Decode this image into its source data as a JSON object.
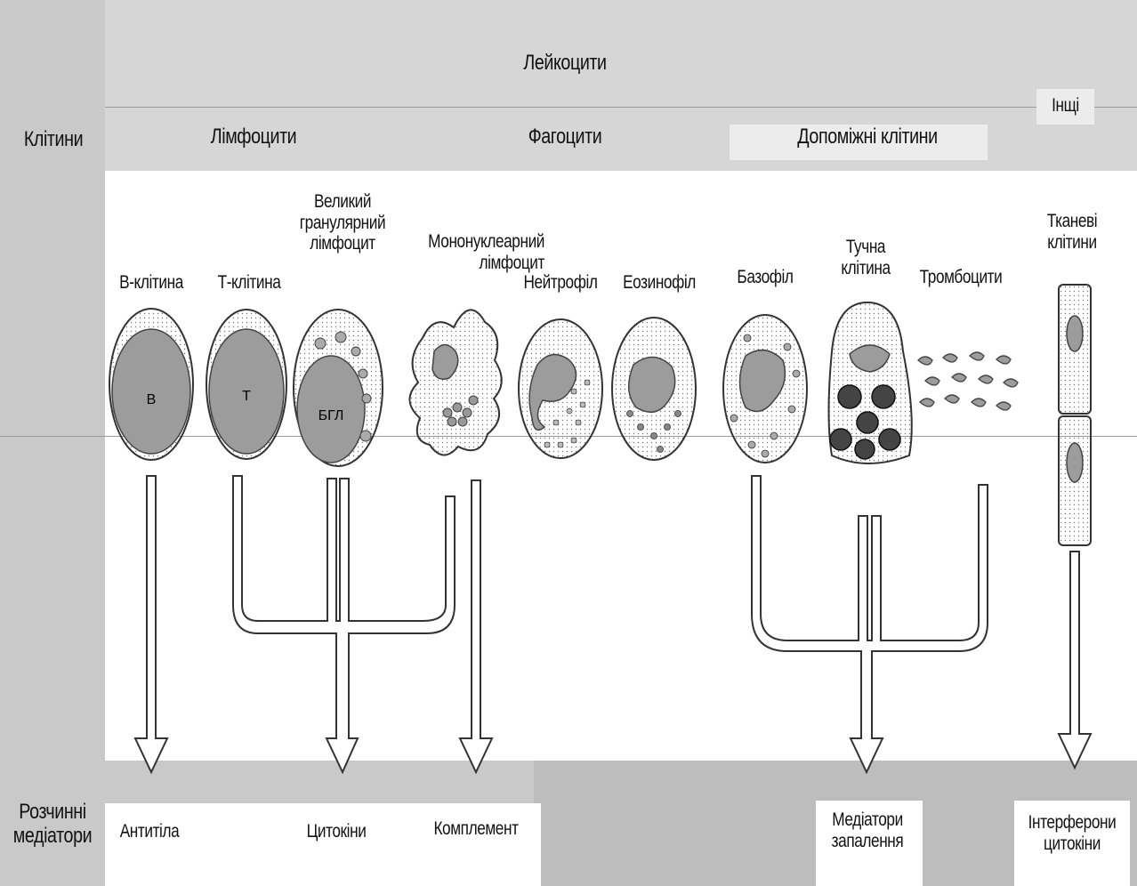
{
  "header": {
    "leukocytes": "Лейкоцити",
    "others": "Інщі"
  },
  "groups": {
    "cells_row_label": "Клітини",
    "lymphocytes": "Лімфоцити",
    "phagocytes": "Фагоцити",
    "auxiliary": "Допоміжні клітини"
  },
  "cells": {
    "b_cell": "В-клітина",
    "t_cell": "Т-клітина",
    "lgl": "Великий\nгранулярний\nлімфоцит",
    "mononuclear": "Мононуклеарний\nлімфоцит",
    "neutrophil": "Нейтрофіл",
    "eosinophil": "Еозинофіл",
    "basophil": "Базофіл",
    "mast_cell": "Тучна\nклітина",
    "platelets": "Тромбоцити",
    "tissue_cells": "Тканеві\nклітини"
  },
  "cell_inner": {
    "b": "В",
    "t": "Т",
    "lgl": "БГЛ"
  },
  "mediators": {
    "row_label": "Розчинні\nмедіатори",
    "antibodies": "Антитіла",
    "cytokines": "Цитокіни",
    "complement": "Комплемент",
    "inflammation": "Медіатори\nзапалення",
    "interferons": "Інтерферони\nцитокіни"
  }
}
